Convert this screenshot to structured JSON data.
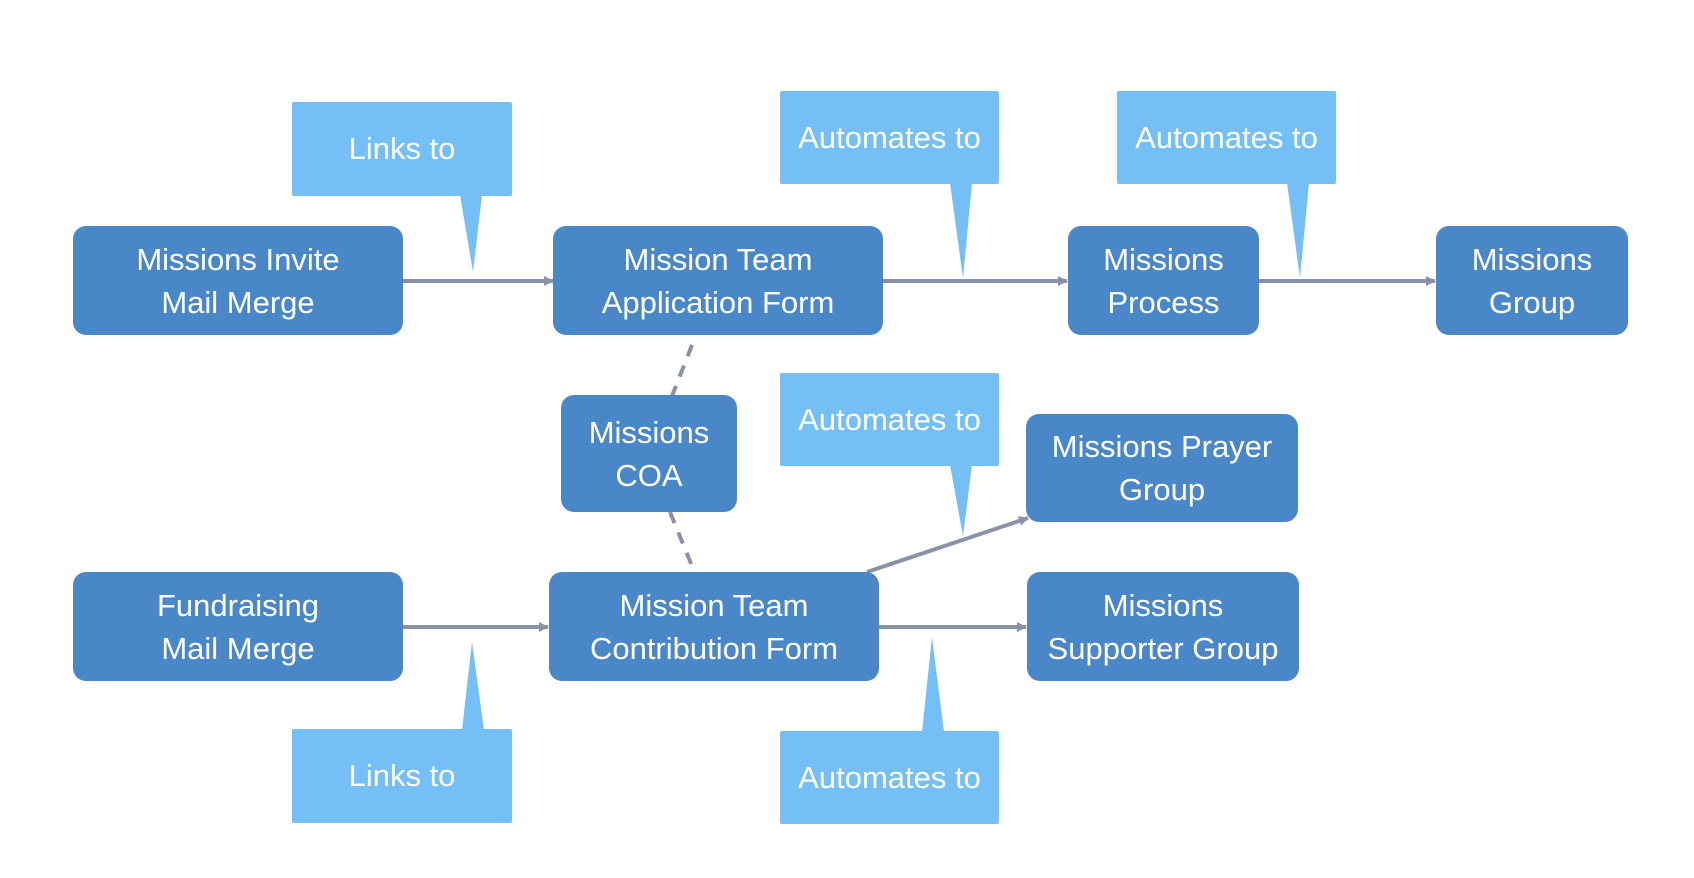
{
  "nodes": {
    "missions_invite": {
      "line1": "Missions Invite",
      "line2": "Mail Merge"
    },
    "application_form": {
      "line1": "Mission Team",
      "line2": "Application Form"
    },
    "missions_process": {
      "line1": "Missions",
      "line2": "Process"
    },
    "missions_group": {
      "line1": "Missions",
      "line2": "Group"
    },
    "missions_coa": {
      "line1": "Missions",
      "line2": "COA"
    },
    "prayer_group": {
      "line1": "Missions Prayer",
      "line2": "Group"
    },
    "fundraising": {
      "line1": "Fundraising",
      "line2": "Mail Merge"
    },
    "contribution_form": {
      "line1": "Mission Team",
      "line2": "Contribution Form"
    },
    "supporter_group": {
      "line1": "Missions",
      "line2": "Supporter Group"
    }
  },
  "callouts": {
    "links_top": "Links to",
    "automates_1": "Automates to",
    "automates_2": "Automates to",
    "automates_prayer": "Automates to",
    "links_bottom": "Links to",
    "automates_bottom": "Automates to"
  },
  "colors": {
    "node": "#4a87c9",
    "callout": "#75bff7",
    "connector": "#8a93a6"
  }
}
